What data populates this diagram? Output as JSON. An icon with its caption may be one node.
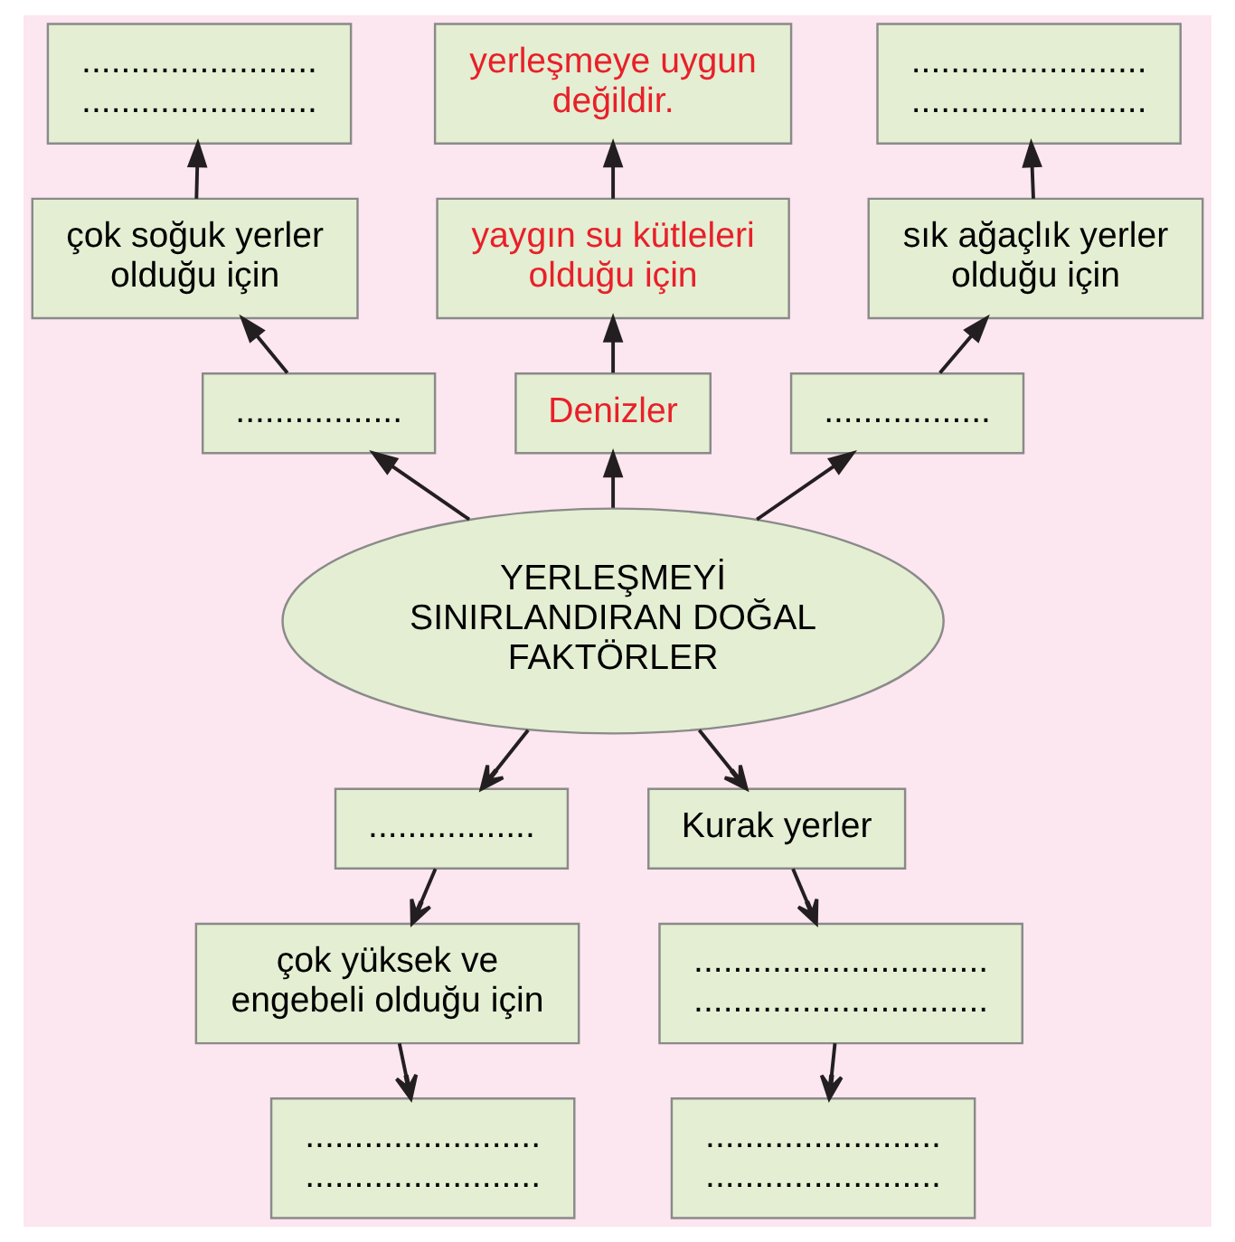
{
  "diagram": {
    "nodes": [
      {
        "text": [
          "yerleşmeye uygun değildir."
        ]
      },
      {
        "text": [
          "........................",
          "........................"
        ]
      },
      {
        "text": [
          "yaygın su kütleleri olduğu için"
        ]
      },
      {
        "text": [
          "........................",
          "........................"
        ]
      },
      {
        "text": [
          "çok soğuk yerler olduğu için"
        ]
      },
      {
        "text": [
          "Denizler"
        ]
      },
      {
        "text": [
          "sık ağaçlık yerler olduğu için"
        ]
      },
      {
        "text": [
          "................."
        ]
      },
      {
        "text": [
          "YERLEŞMEYİ SINIRLANDIRAN DOĞAL FAKTÖRLER"
        ]
      },
      {
        "text": [
          "................."
        ]
      },
      {
        "text": [
          "................."
        ]
      },
      {
        "text": [
          "Kurak yerler"
        ]
      },
      {
        "text": [
          "çok yüksek ve engebeli olduğu için"
        ]
      },
      {
        "text": [
          "..............................",
          ".............................."
        ]
      },
      {
        "text": [
          "........................",
          "........................"
        ]
      },
      {
        "text": [
          "........................",
          "........................"
        ]
      }
    ],
    "edges": [
      {
        "from": 8,
        "to": 5,
        "arrow": "to"
      },
      {
        "from": 5,
        "to": 2,
        "arrow": "to"
      },
      {
        "from": 2,
        "to": 0,
        "arrow": "to"
      },
      {
        "from": 8,
        "to": 7,
        "arrow": "to"
      },
      {
        "from": 7,
        "to": 4,
        "arrow": "to"
      },
      {
        "from": 4,
        "to": 1,
        "arrow": "to"
      },
      {
        "from": 8,
        "to": 9,
        "arrow": "to"
      },
      {
        "from": 9,
        "to": 6,
        "arrow": "to"
      },
      {
        "from": 6,
        "to": 3,
        "arrow": "to"
      },
      {
        "from": 8,
        "to": 10,
        "arrow": "to"
      },
      {
        "from": 10,
        "to": 12,
        "arrow": "to"
      },
      {
        "from": 12,
        "to": 14,
        "arrow": "to"
      },
      {
        "from": 8,
        "to": 11,
        "arrow": "to"
      },
      {
        "from": 11,
        "to": 13,
        "arrow": "to"
      },
      {
        "from": 13,
        "to": 15,
        "arrow": "to"
      }
    ]
  }
}
